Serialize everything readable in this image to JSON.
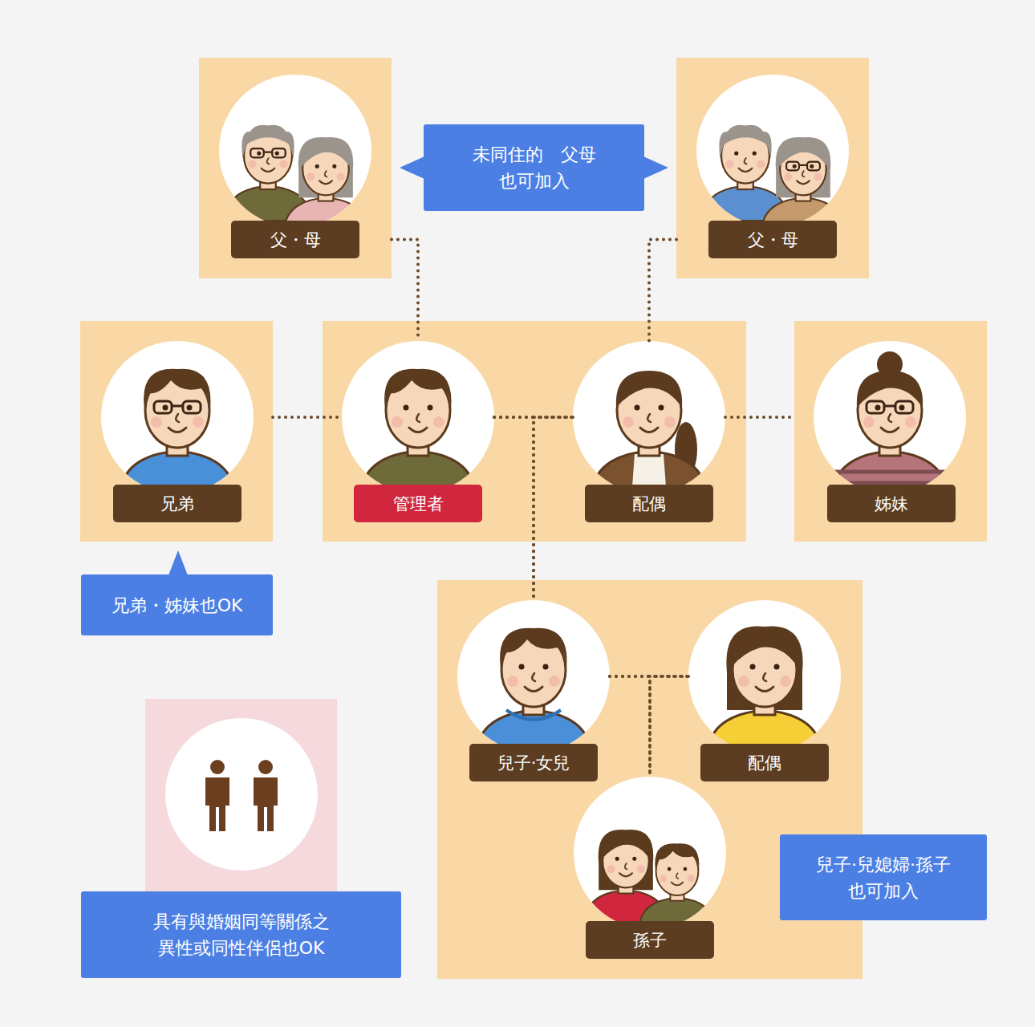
{
  "diagram": {
    "nodes": [
      {
        "text": [
          "父・母"
        ]
      },
      {
        "text": [
          "未同住的　父母 也可加入"
        ]
      },
      {
        "text": [
          "父・母"
        ]
      },
      {
        "text": [
          "兄弟"
        ]
      },
      {
        "text": [
          "管理者"
        ]
      },
      {
        "text": [
          "配偶"
        ]
      },
      {
        "text": [
          "姊妹"
        ]
      },
      {
        "text": [
          "兄弟・姊妹也OK"
        ]
      },
      {
        "text": [
          "兒子‧女兒"
        ]
      },
      {
        "text": [
          "配偶"
        ]
      },
      {
        "text": [
          "孫子"
        ]
      },
      {
        "text": [
          "兒子‧兒媳婦‧孫子 也可加入"
        ]
      },
      {
        "text": [
          "具有與婚姻同等關係之 異性或同性伴侶也OK"
        ]
      }
    ],
    "edges": [
      {
        "from": 0,
        "to": 4,
        "arrow": "none"
      },
      {
        "from": 2,
        "to": 5,
        "arrow": "none"
      },
      {
        "from": 3,
        "to": 4,
        "arrow": "none"
      },
      {
        "from": 4,
        "to": 5,
        "arrow": "none"
      },
      {
        "from": 5,
        "to": 6,
        "arrow": "none"
      },
      {
        "from": 4,
        "to": 8,
        "arrow": "none"
      },
      {
        "from": 5,
        "to": 8,
        "arrow": "none"
      },
      {
        "from": 8,
        "to": 9,
        "arrow": "none"
      },
      {
        "from": 8,
        "to": 10,
        "arrow": "none"
      },
      {
        "from": 9,
        "to": 10,
        "arrow": "none"
      }
    ]
  }
}
